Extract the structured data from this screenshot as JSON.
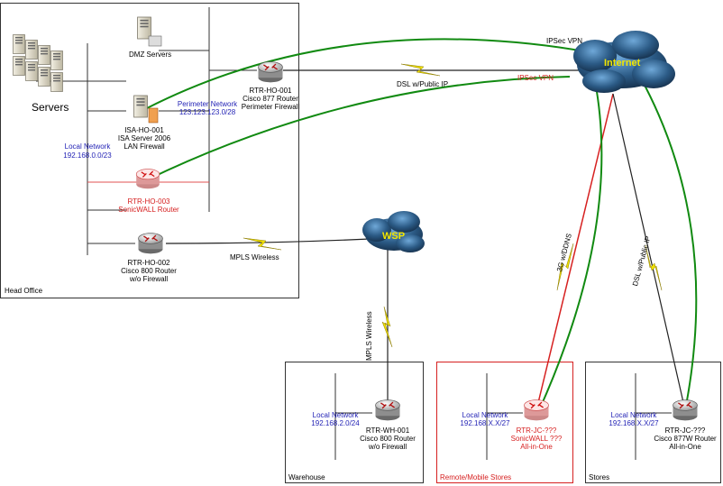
{
  "head_office": {
    "label": "Head Office",
    "servers_label": "Servers",
    "dmz_label": "DMZ Servers",
    "local_network": {
      "title": "Local Network",
      "subnet": "192.168.0.0/23"
    },
    "perimeter_network": {
      "title": "Perimeter Network",
      "subnet": "123.123.123.0/28"
    },
    "isa": {
      "name": "ISA-HO-001",
      "line1": "ISA Server 2006",
      "line2": "LAN Firewall"
    },
    "rtr_001": {
      "name": "RTR-HO-001",
      "line1": "Cisco 877 Router",
      "line2": "Perimeter Firewall"
    },
    "rtr_003": {
      "name": "RTR-HO-003",
      "line1": "SonicWALL Router"
    },
    "rtr_002": {
      "name": "RTR-HO-002",
      "line1": "Cisco 800 Router",
      "line2": "w/o Firewall"
    }
  },
  "links": {
    "ipsec_top": "IPSec VPN",
    "ipsec_red": "IPSec VPN",
    "dsl": "DSL w/Public IP",
    "mpls": "MPLS Wireless",
    "mpls_vertical": "MPLS Wireless",
    "threeg": "3G w/DDNS",
    "dsl_vertical": "DSL w/Public IP"
  },
  "clouds": {
    "internet": "Internet",
    "wsp": "WSP"
  },
  "warehouse": {
    "label": "Warehouse",
    "local_network": {
      "title": "Local Network",
      "subnet": "192.168.2.0/24"
    },
    "router": {
      "name": "RTR-WH-001",
      "line1": "Cisco 800 Router",
      "line2": "w/o Firewall"
    }
  },
  "remote": {
    "label": "Remote/Mobile Stores",
    "local_network": {
      "title": "Local Network",
      "subnet": "192.168.X.X/27"
    },
    "router": {
      "name": "RTR-JC-???",
      "line1": "SonicWALL ???",
      "line2": "All-in-One"
    }
  },
  "stores": {
    "label": "Stores",
    "local_network": {
      "title": "Local Network",
      "subnet": "192.168.X.X/27"
    },
    "router": {
      "name": "RTR-JC-???",
      "line1": "Cisco 877W Router",
      "line2": "All-in-One"
    }
  },
  "colors": {
    "green_link": "#118a11",
    "red_link": "#d62020",
    "lightning": "#f0e000",
    "label_blue": "#1f1fb4",
    "cloud": "#1b3b5c"
  }
}
